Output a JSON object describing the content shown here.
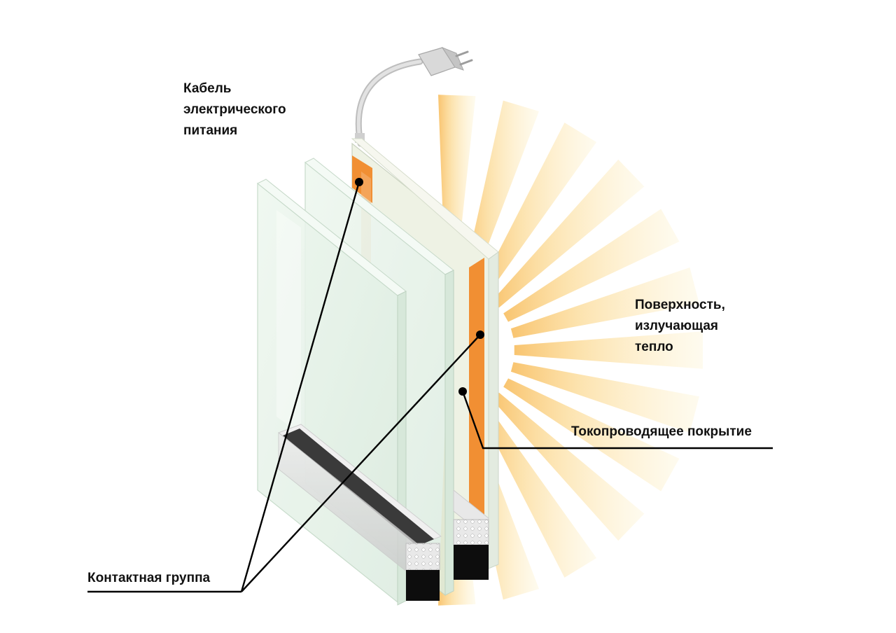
{
  "labels": {
    "cable": [
      "Кабель",
      "электрического",
      "питания"
    ],
    "surface": [
      "Поверхность,",
      "излучающая",
      "тепло"
    ],
    "coating": "Токопроводящее покрытие",
    "contact": "Контактная группа"
  },
  "colors": {
    "background": "#ffffff",
    "glass_fill": "#e4f1e6",
    "glass_edge": "#c9dccc",
    "conductive_coating": "#f18f33",
    "heat_ray": "#fbe6ad",
    "spacer_dark": "#3a3a3a",
    "cable": "#d8d8d8",
    "leader_line": "#000000"
  },
  "icons": {
    "plug": "power-plug-icon",
    "rays": "heat-radiation-rays"
  }
}
